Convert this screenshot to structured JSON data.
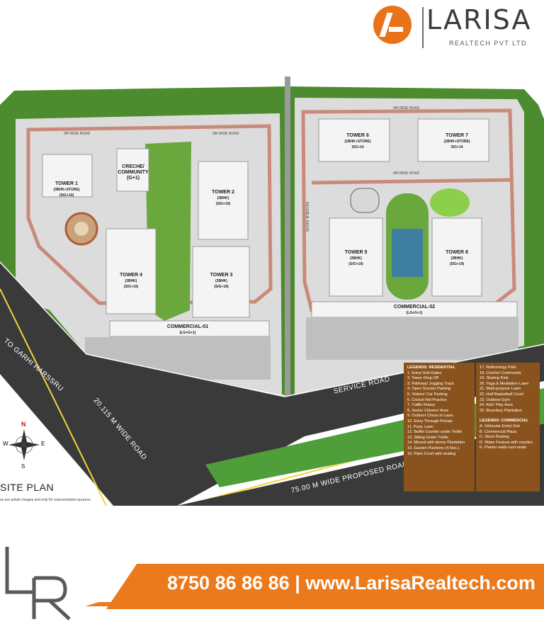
{
  "brand": {
    "name": "LARISA",
    "subtitle": "REALTECH PVT LTD",
    "colors": {
      "orange": "#e8731a",
      "text": "#3b3b3b"
    }
  },
  "map": {
    "site_plan_title": "SITE PLAN",
    "disclaimer": "se are artistic images and only for representation purpose.",
    "compass": {
      "n": "N",
      "e": "E",
      "s": "S",
      "w": "W"
    },
    "roads": {
      "garhi": "TO GARHI HARSSRU",
      "wide_20": "20.115 M WIDE ROAD",
      "service": "SERVICE ROAD",
      "proposed_75": "75.00 M WIDE PROPOSED ROAD",
      "wide_9m": "9M WIDE ROAD",
      "revenue": "REVENUE RASTA"
    },
    "buildings": {
      "tower1": {
        "name": "TOWER 1",
        "spec": "(3BHK+STORE)",
        "floors": "(S/G+14)"
      },
      "creche": {
        "name": "CRECHE/ COMMUNITY",
        "floors": "(G+1)"
      },
      "tower2": {
        "name": "TOWER 2",
        "spec": "(3BHK)",
        "floors": "(S/G+19)"
      },
      "tower3": {
        "name": "TOWER 3",
        "spec": "(3BHK)",
        "floors": "(S/G+19)"
      },
      "tower4": {
        "name": "TOWER 4",
        "spec": "(3BHK)",
        "floors": "(S/G+19)"
      },
      "tower5": {
        "name": "TOWER 5",
        "spec": "(3BHK)",
        "floors": "(S/G+19)"
      },
      "tower6": {
        "name": "TOWER 6",
        "spec": "(1BHK+STORE)",
        "floors": "S/G+14"
      },
      "tower7": {
        "name": "TOWER 7",
        "spec": "(1BHK+STORE)",
        "floors": "S/G+14"
      },
      "tower8": {
        "name": "TOWER 8",
        "spec": "(3BHK)",
        "floors": "(S/G+19)"
      },
      "commercial1": {
        "name": "COMMERCIAL-01",
        "floors": "(LG+G+1)"
      },
      "commercial2": {
        "name": "COMMERCIAL-02",
        "floors": "(LG+G+1)"
      }
    },
    "legend_residential_title": "LEGENDS: RESIDENTIAL",
    "legend_residential": [
      "1. Entry/ Exit Gates",
      "2. Tower Drop-Off",
      "3. Pathway/ Jogging Track",
      "4. Open Scooter Parking",
      "5. Visitors' Car Parking",
      "6. Cricket Net Practice",
      "7. Traffic Rotary",
      "8. Senior Citizens' Area",
      "9. Outdoor Chess in Lawn",
      "10. Entry Through Portals",
      "11. Party Lawn",
      "12. Buffet Counter under Trellis",
      "13. Sitting Under Trellis",
      "14. Mound with dense Plantation",
      "15. Garden Pavilions (4 Nos.)",
      "16. Palm Court with seating"
    ],
    "legend_residential_2": [
      "17. Reflexology Path",
      "18. Creche/ Community",
      "19. Skating Rink",
      "20. Yoga & Meditation Lawn",
      "21. Multi-purpose Lawn",
      "22. Half Basketball Court",
      "23. Outdoor Gym",
      "24. Kids' Play Area",
      "25. Boundary Plantation"
    ],
    "legend_commercial_title": "LEGENDS: COMMERCIAL",
    "legend_commercial": [
      "A. Vehicular Entry/ Exit",
      "B. Commercial Plaza",
      "C. Stock Parking",
      "D. Water Feature with nozzles",
      "E. Planter walls-cum-seats"
    ]
  },
  "footer": {
    "phone": "8750 86 86 86",
    "separator": "|",
    "website": "www.LarisaRealtech.com",
    "logo_letters": "LR",
    "banner_color": "#ea7a1c"
  }
}
